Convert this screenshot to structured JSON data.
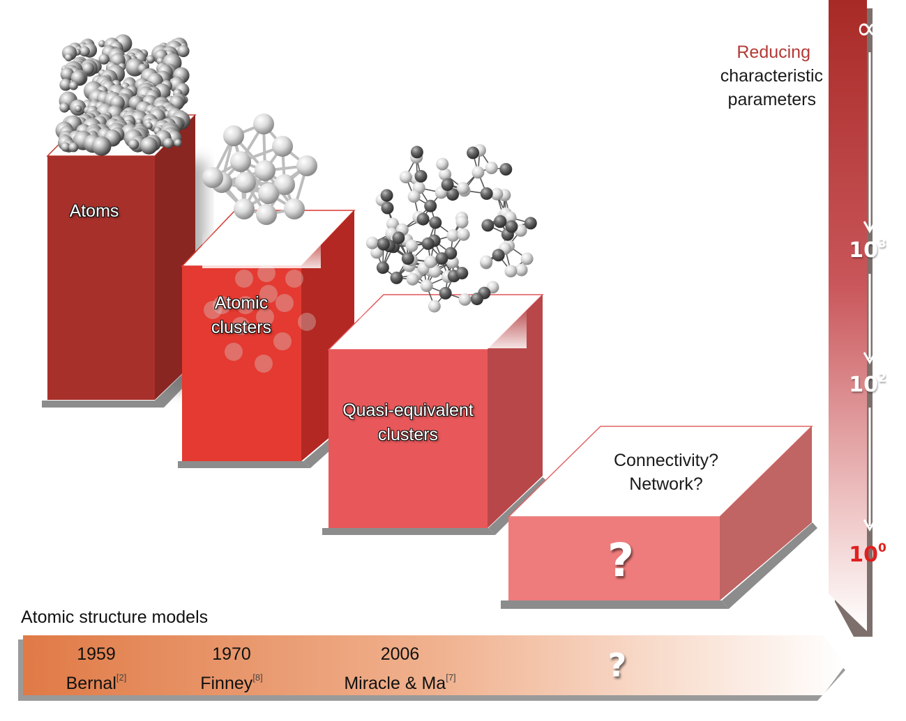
{
  "blocks": [
    {
      "label_line1": "Atoms",
      "label_line2": ""
    },
    {
      "label_line1": "Atomic",
      "label_line2": "clusters"
    },
    {
      "label_line1": "Quasi-equivalent",
      "label_line2": "clusters"
    },
    {
      "label_line1": "Connectivity?",
      "label_line2": "Network?",
      "front_text": "?"
    }
  ],
  "scale": {
    "title_word1": "Reducing",
    "title_word2": "characteristic",
    "title_word3": "parameters",
    "top_symbol": "∞",
    "levels": [
      {
        "base": "10",
        "exponent": "3"
      },
      {
        "base": "10",
        "exponent": "2"
      },
      {
        "base": "10",
        "exponent": "0"
      }
    ]
  },
  "timeline": {
    "title": "Atomic structure models",
    "entries": [
      {
        "year": "1959",
        "author": "Bernal",
        "ref": "[2]"
      },
      {
        "year": "1970",
        "author": "Finney",
        "ref": "[8]"
      },
      {
        "year": "2006",
        "author": "Miracle & Ma",
        "ref": "[7]"
      }
    ],
    "future": "?"
  },
  "colors": {
    "block1": "#a8302b",
    "block2": "#e43a31",
    "block3": "#e8585a",
    "block4": "#ef7c7c",
    "accent_red": "#b33a36",
    "highlight_red": "#e02020"
  }
}
